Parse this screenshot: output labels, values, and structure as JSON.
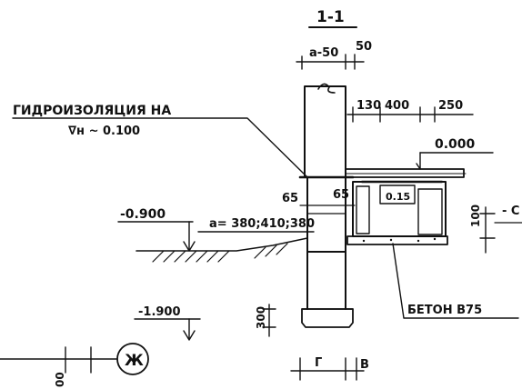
{
  "section_mark": "1-1",
  "labels": {
    "waterproofing_line1": "ГИДРОИЗОЛЯЦИЯ  НА",
    "waterproofing_line2": "∇н ~ 0.100",
    "concrete": "БЕТОН В75"
  },
  "dimensions": {
    "top_a_minus_50": "a-50",
    "top_50": "50",
    "dim_130": "130",
    "dim_400": "400",
    "dim_250": "250",
    "dim_65_left": "65",
    "dim_65_right": "65",
    "dim_0_15": "0.15",
    "wall_thickness": "a= 380;410;380",
    "dim_100": "100",
    "dim_300": "300",
    "dim_g": "Г",
    "dim_v": "В",
    "dim_00": "00"
  },
  "levels": {
    "floor": "0.000",
    "ground": "-0.900",
    "footing": "-1.900"
  },
  "marker": "Ж",
  "right_edge_text": "- С"
}
